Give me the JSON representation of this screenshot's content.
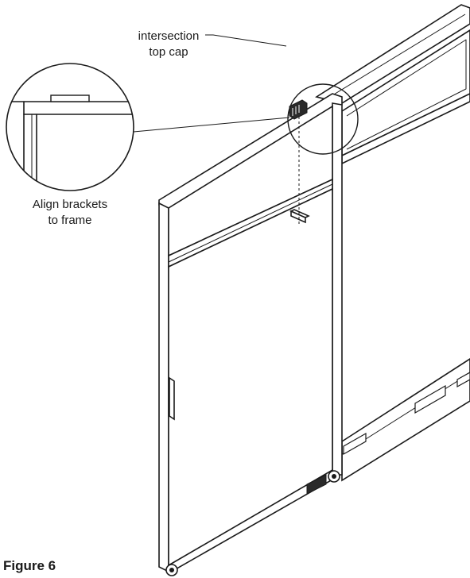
{
  "labels": {
    "cap_line1": "intersection",
    "cap_line2": "top cap",
    "align_line1": "Align brackets",
    "align_line2": "to frame",
    "figure": "Figure 6"
  }
}
